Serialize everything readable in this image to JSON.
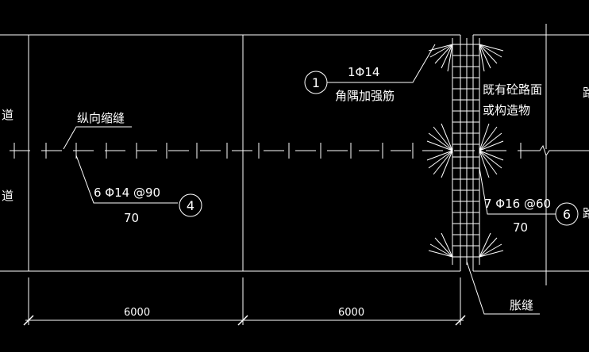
{
  "colors": {
    "background": "#000000",
    "lines": "#ffffff"
  },
  "labels": {
    "road_top": "道",
    "road_bottom": "道",
    "longitudinal_joint": "纵向缩缝",
    "rebar_callout_4_top": "6 Φ14 @90",
    "rebar_callout_4_bottom": "70",
    "marker_4": "4",
    "rebar_callout_1_top": "1Φ14",
    "rebar_callout_1_bottom": "角隅加强筋",
    "marker_1": "1",
    "existing_surface_line1": "既有砼路面",
    "existing_surface_line2": "或构造物",
    "rebar_callout_6_top": "7 Φ16 @60",
    "rebar_callout_6_bottom": "70",
    "marker_6": "6",
    "edge_glyph_top": "路",
    "edge_glyph_bottom": "路",
    "expansion_joint": "胀缝",
    "dim_left": "6000",
    "dim_right": "6000"
  }
}
